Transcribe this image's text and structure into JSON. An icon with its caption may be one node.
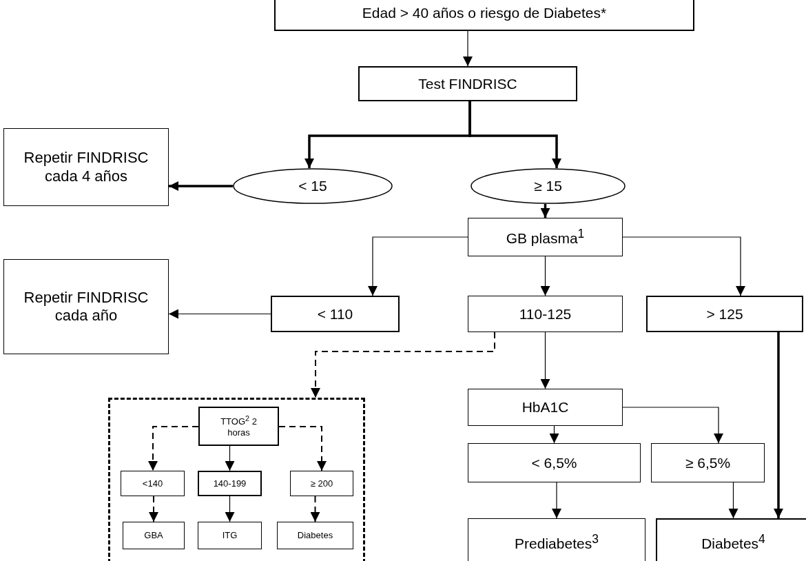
{
  "diagram": {
    "nodes": [
      {
        "text": [
          "Edad > 40 años o riesgo de Diabetes*"
        ]
      },
      {
        "text": [
          "Test FINDRISC"
        ]
      },
      {
        "text": [
          "Repetir FINDRISC cada 4 años"
        ]
      },
      {
        "text": [
          "< 15"
        ]
      },
      {
        "text": [
          "≥ 15"
        ]
      },
      {
        "text": [
          "GB plasma$^{1}$"
        ]
      },
      {
        "text": [
          "Repetir FINDRISC cada año"
        ]
      },
      {
        "text": [
          "< 110"
        ]
      },
      {
        "text": [
          "110-125"
        ]
      },
      {
        "text": [
          "> 125"
        ]
      },
      {
        "text": [],
        "shape": "box"
      },
      {
        "text": [
          "TTOG$^{2}$ 2 horas"
        ],
        "in": 10
      },
      {
        "text": [
          "<140"
        ],
        "in": 10
      },
      {
        "text": [
          "140-199"
        ],
        "in": 10
      },
      {
        "text": [
          "≥ 200"
        ],
        "in": 10
      },
      {
        "text": [
          "GBA"
        ],
        "in": 10
      },
      {
        "text": [
          "ITG"
        ],
        "in": 10
      },
      {
        "text": [
          "Diabetes"
        ],
        "in": 10
      },
      {
        "text": [
          "HbA1C"
        ]
      },
      {
        "text": [
          "< 6,5%"
        ]
      },
      {
        "text": [
          "≥ 6,5%"
        ]
      },
      {
        "text": [
          "Prediabetes$^{3}$"
        ]
      },
      {
        "text": [
          "Diabetes$^{4}$"
        ]
      }
    ],
    "edges": [
      {
        "from": 0,
        "to": 1,
        "arrow": "to"
      },
      {
        "from": 1,
        "to": 3,
        "arrow": "to",
        "style": "thick"
      },
      {
        "from": 1,
        "to": 4,
        "arrow": "to",
        "style": "thick"
      },
      {
        "from": 3,
        "to": 2,
        "arrow": "to",
        "style": "thick"
      },
      {
        "from": 4,
        "to": 5,
        "arrow": "to",
        "style": "thick"
      },
      {
        "from": 5,
        "to": 7,
        "arrow": "to"
      },
      {
        "from": 5,
        "to": 8,
        "arrow": "to"
      },
      {
        "from": 5,
        "to": 9,
        "arrow": "to"
      },
      {
        "from": 7,
        "to": 6,
        "arrow": "to"
      },
      {
        "from": 8,
        "to": 10,
        "arrow": "to",
        "style": "dashed"
      },
      {
        "from": 8,
        "to": 18,
        "arrow": "to"
      },
      {
        "from": 11,
        "to": 12,
        "arrow": "to",
        "style": "dashed"
      },
      {
        "from": 11,
        "to": 13,
        "arrow": "to"
      },
      {
        "from": 11,
        "to": 14,
        "arrow": "to",
        "style": "dashed"
      },
      {
        "from": 12,
        "to": 15,
        "arrow": "to",
        "style": "dashed"
      },
      {
        "from": 13,
        "to": 16,
        "arrow": "to"
      },
      {
        "from": 14,
        "to": 17,
        "arrow": "to",
        "style": "dashed"
      },
      {
        "from": 18,
        "to": 19,
        "arrow": "to"
      },
      {
        "from": 18,
        "to": 20,
        "arrow": "to"
      },
      {
        "from": 19,
        "to": 21,
        "arrow": "to"
      },
      {
        "from": 20,
        "to": 22,
        "arrow": "to"
      },
      {
        "from": 9,
        "to": 22,
        "arrow": "to",
        "style": "thick"
      }
    ]
  }
}
